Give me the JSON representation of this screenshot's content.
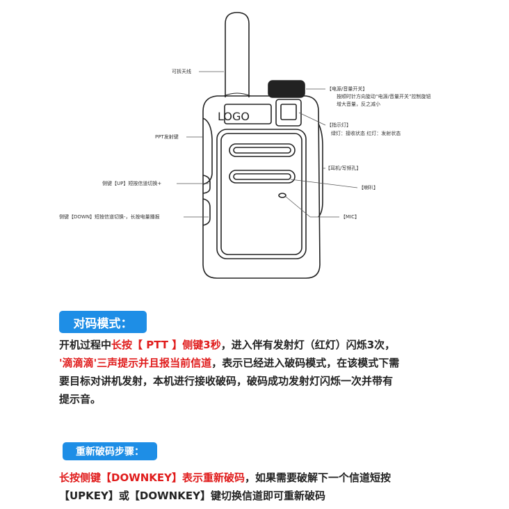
{
  "diagram": {
    "logo": "LOGO",
    "labels": {
      "antenna": "可拆天线",
      "ptt": "PPT发射键",
      "side_up": "侧键【UP】短按信道切换+",
      "side_down": "侧键【DOWN】短按信道切换-，长按电量播报",
      "power_title": "【电源/音量开关】",
      "power_desc1": "按顺时针方向旋动“电源/音量开关”控制旋钮",
      "power_desc2": "增大音量，反之减小",
      "indicator_title": "【指示灯】",
      "indicator_desc": "绿灯：接收状态     红灯：发射状态",
      "earphone": "【耳机/写频孔】",
      "speaker": "【喇叭】",
      "mic": "【MIC】"
    }
  },
  "section1": {
    "badge": "对码模式：",
    "line1": {
      "a": "开机过程中",
      "b": "长按【 PTT 】侧键3秒",
      "c": "，进入伴有发射灯（红灯）闪烁3次，"
    },
    "line2": {
      "a": "'滴滴滴'三声提示并且报当前信道",
      "b": "，表示已经进入破码模式，在该模式下需"
    },
    "line3": "要目标对讲机发射，本机进行接收破码，破码成功发射灯闪烁一次并带有",
    "line4": "提示音。"
  },
  "section2": {
    "badge": "重新破码步骤：",
    "line1": {
      "a": "长按侧键【DOWNKEY】表示重新破码",
      "b": "，如果需要破解下一个信道短按"
    },
    "line2": "【UPKEY】或【DOWNKEY】键切换信道即可重新破码"
  },
  "colors": {
    "accent": "#1e8ee6",
    "highlight": "#e01b1b"
  }
}
